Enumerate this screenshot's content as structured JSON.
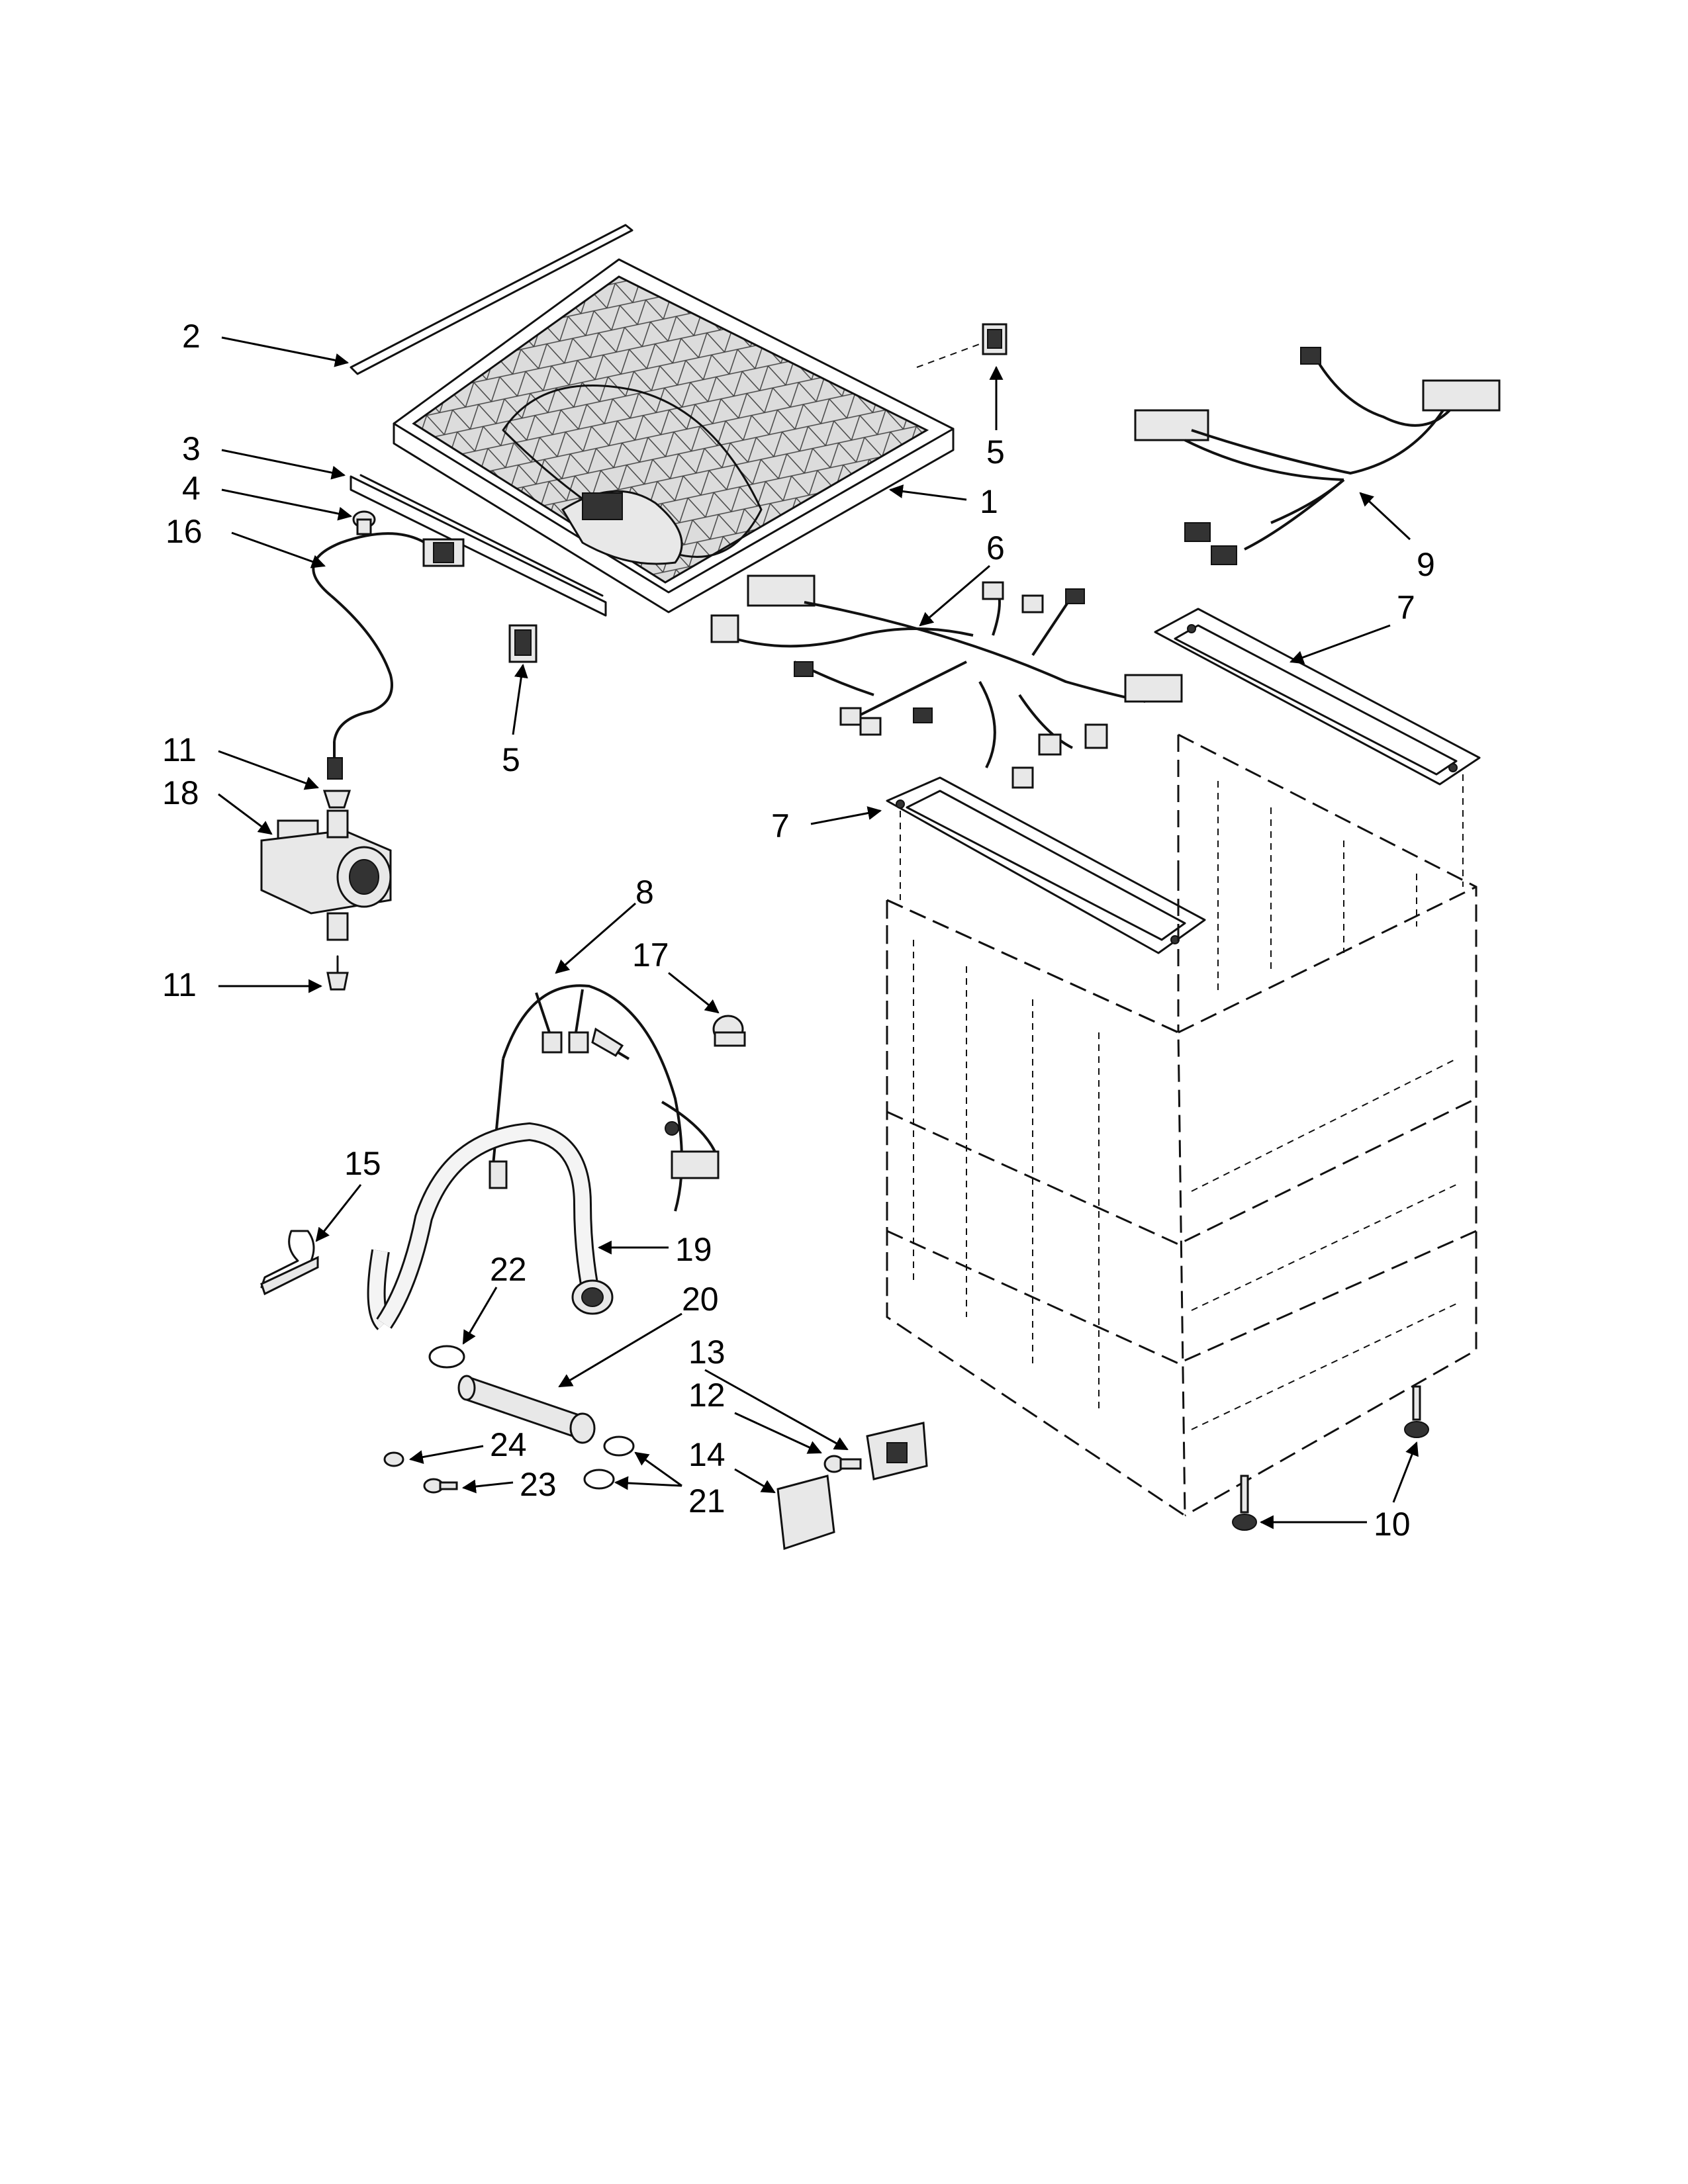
{
  "callouts": {
    "c1": "1",
    "c2": "2",
    "c3": "3",
    "c4": "4",
    "c5a": "5",
    "c5b": "5",
    "c6": "6",
    "c7a": "7",
    "c7b": "7",
    "c8": "8",
    "c9": "9",
    "c10": "10",
    "c11a": "11",
    "c11b": "11",
    "c12": "12",
    "c13": "13",
    "c14": "14",
    "c15": "15",
    "c16": "16",
    "c17": "17",
    "c18": "18",
    "c19": "19",
    "c20": "20",
    "c21": "21",
    "c22": "22",
    "c23": "23",
    "c24": "24"
  }
}
